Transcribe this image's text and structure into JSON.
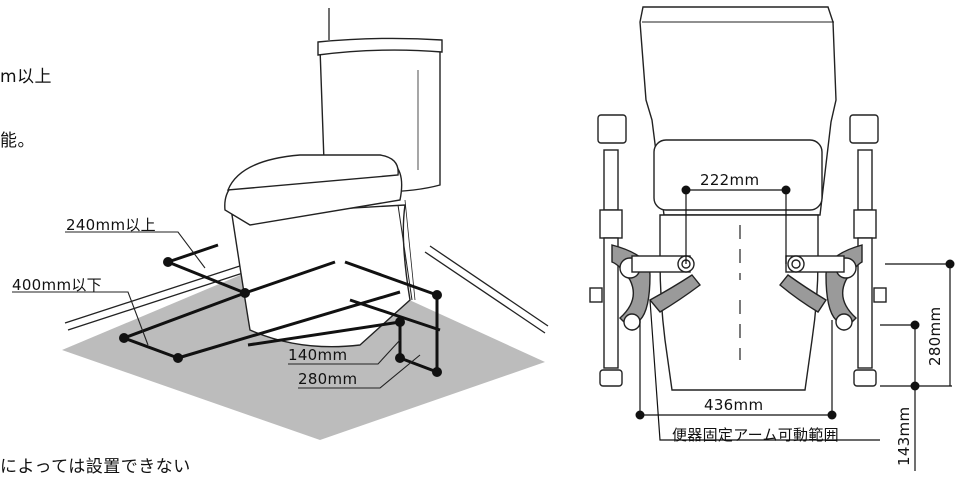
{
  "notes": {
    "line_top": "m以上",
    "line_mid": "能。",
    "line_bottom": "によっては設置できない"
  },
  "perspective_view": {
    "dim_240": "240mm以上",
    "dim_400": "400mm以下",
    "dim_140": "140mm",
    "dim_280": "280mm"
  },
  "front_view": {
    "dim_222": "222mm",
    "dim_436": "436mm",
    "arm_range": "便器固定アーム可動範囲",
    "dim_280_right": "280mm",
    "dim_143": "143mm"
  }
}
